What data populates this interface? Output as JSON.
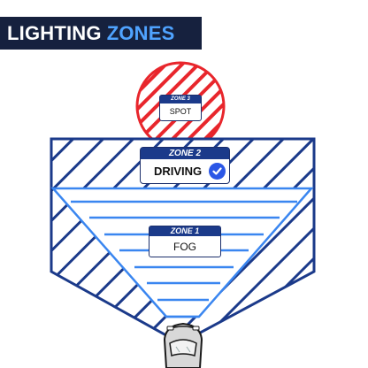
{
  "title": {
    "part1": "LIGHTING",
    "part2": "ZONES"
  },
  "zones": [
    {
      "id": "zone3",
      "header": "ZONE 3",
      "label": "SPOT"
    },
    {
      "id": "zone2",
      "header": "ZONE 2",
      "label": "DRIVING",
      "selected": true
    },
    {
      "id": "zone1",
      "header": "ZONE 1",
      "label": "FOG"
    }
  ],
  "colors": {
    "title_bg": "#16213e",
    "title_accent": "#4fa3ff",
    "spot_red": "#e8262c",
    "driving_navy": "#1b3a8a",
    "fog_blue": "#3a86f0",
    "check_blue": "#2b57e6"
  },
  "icons": {
    "selected": "check-circle-icon",
    "vehicle": "car-icon"
  }
}
